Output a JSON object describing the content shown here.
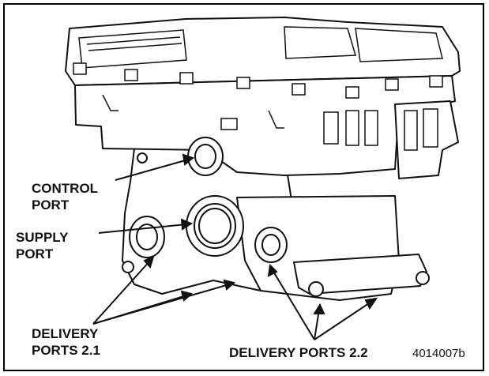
{
  "labels": {
    "control_port": "CONTROL\nPORT",
    "supply_port": "SUPPLY\nPORT",
    "delivery_ports_21": "DELIVERY\nPORTS 2.1",
    "delivery_ports_22": "DELIVERY PORTS 2.2"
  },
  "figure_id": "4014007b"
}
